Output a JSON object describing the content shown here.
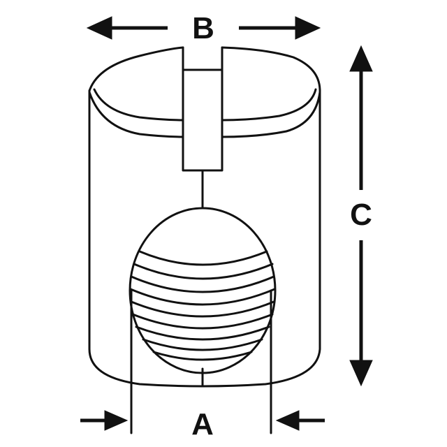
{
  "labels": {
    "width_top": "B",
    "height_side": "C",
    "bottom_hole": "A"
  },
  "colors": {
    "outline": "#111111",
    "fill": "#ffffff"
  }
}
